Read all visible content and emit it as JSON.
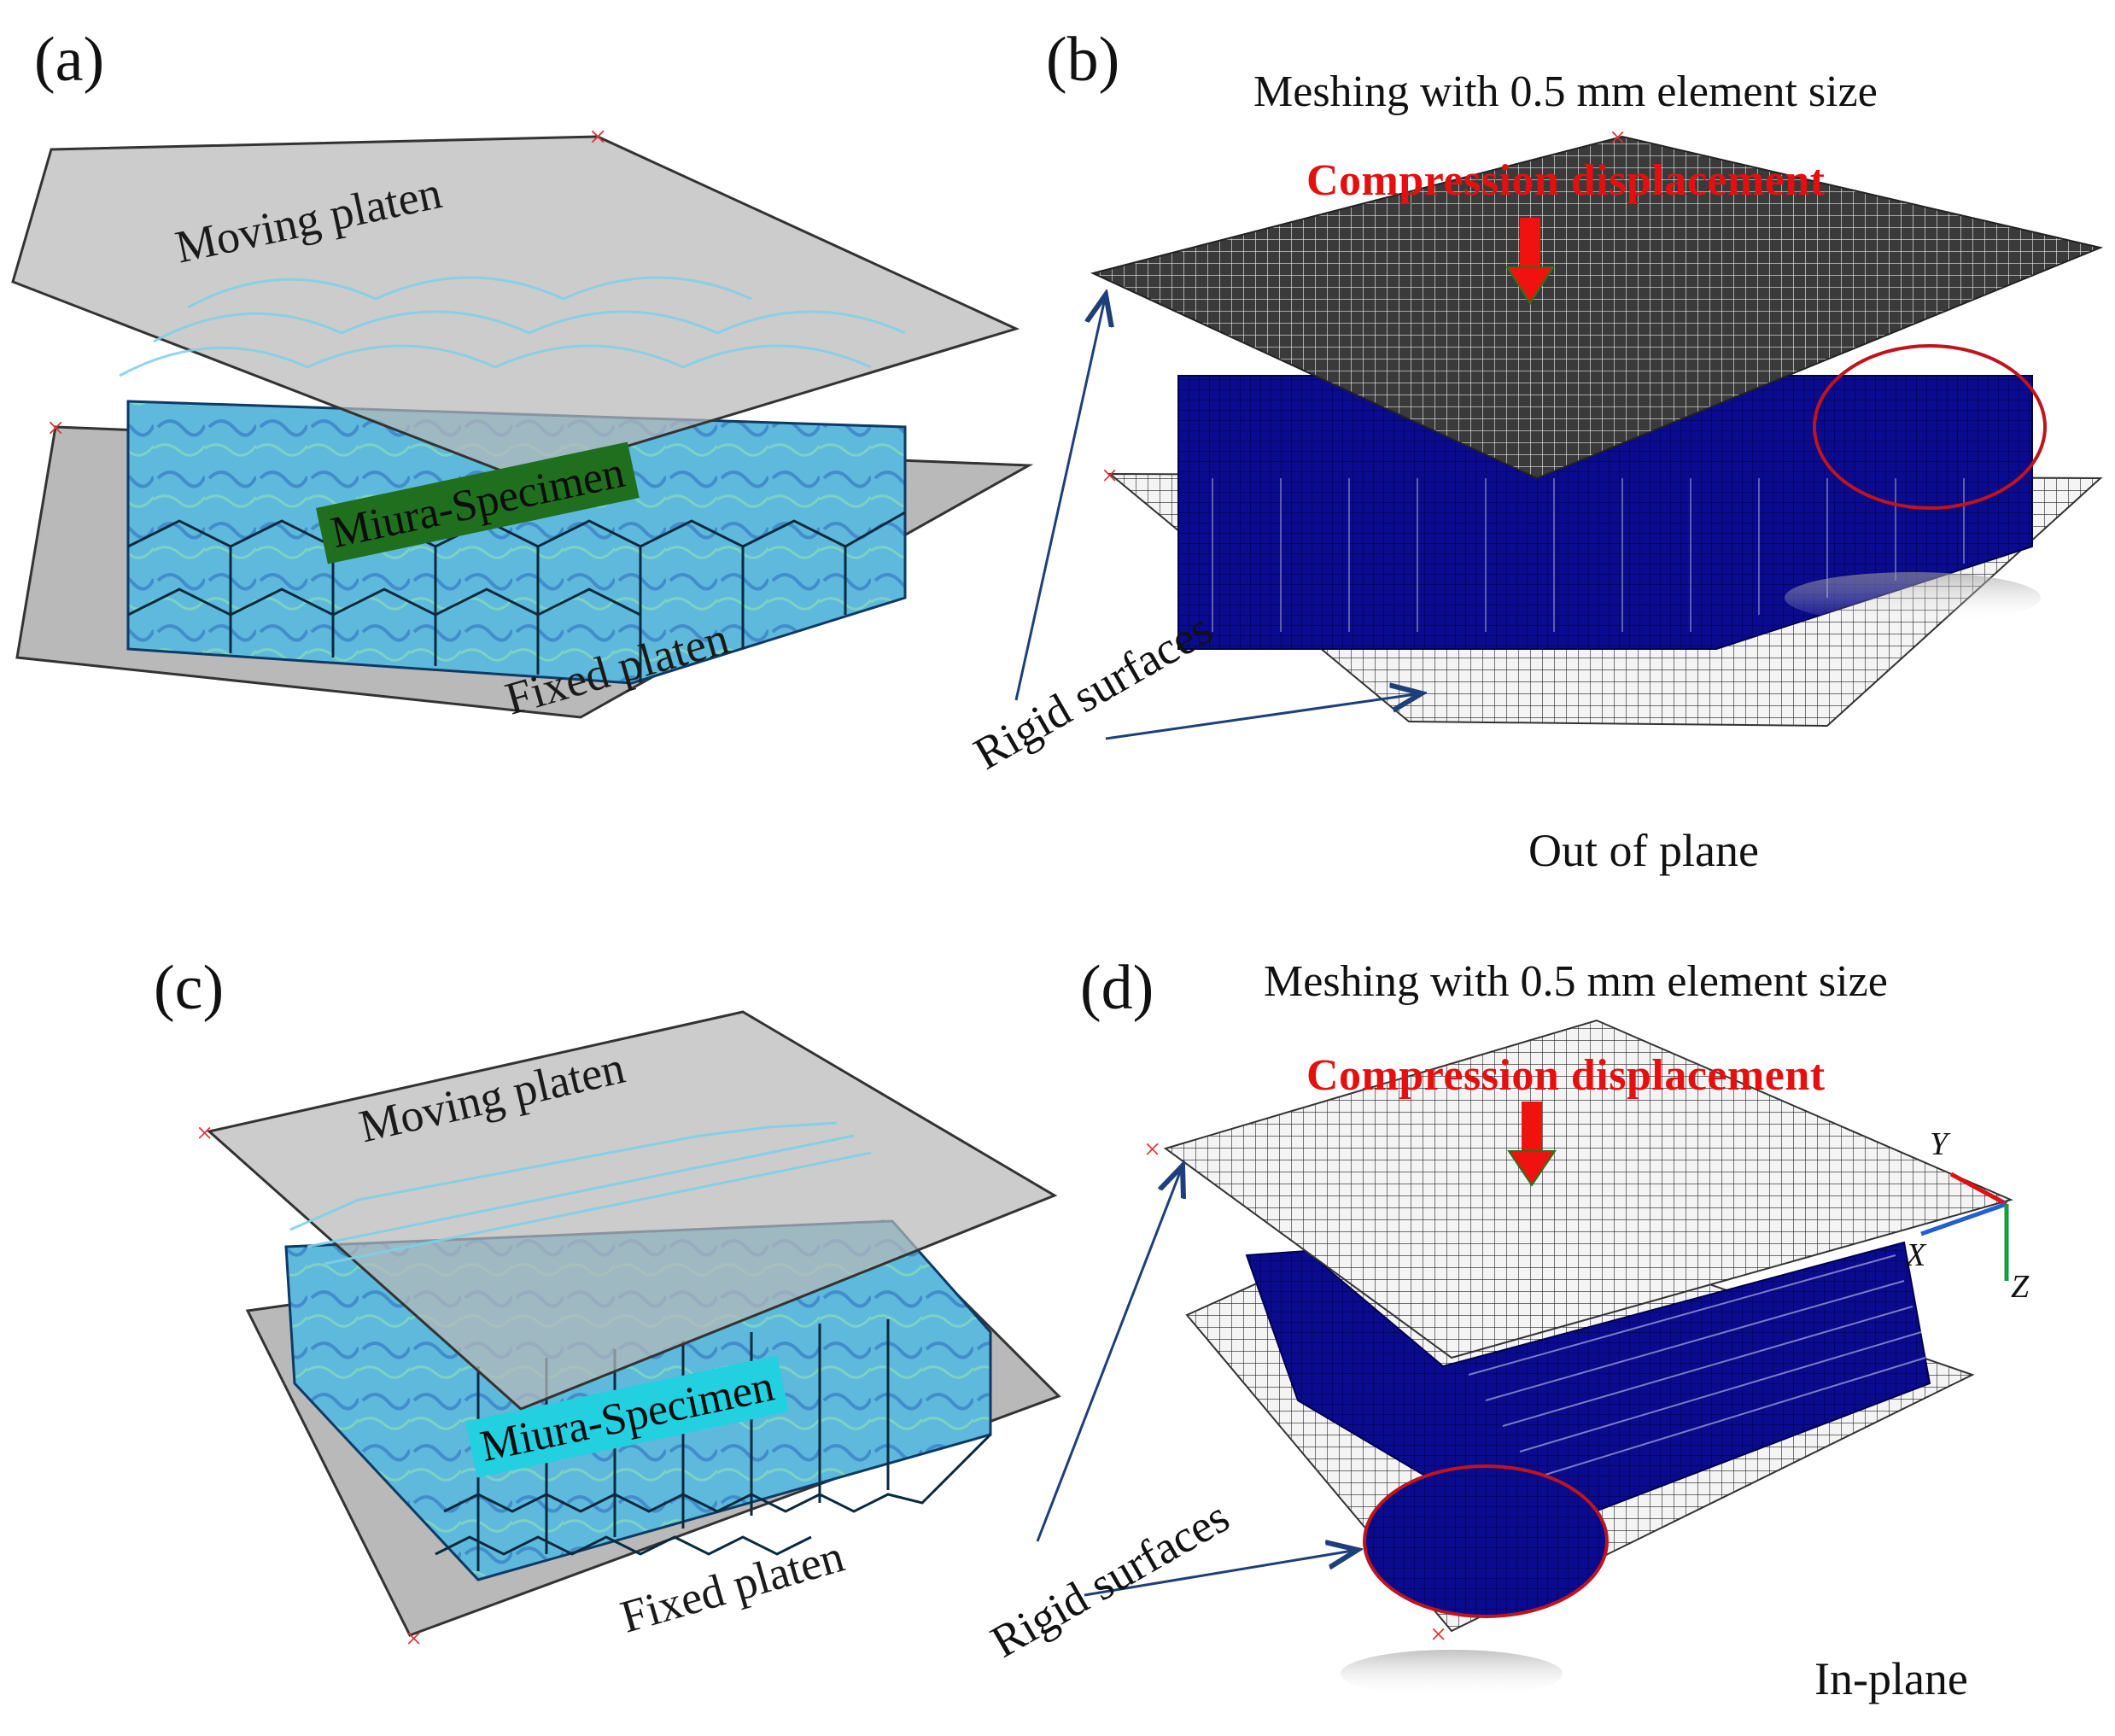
{
  "panels": {
    "a": {
      "label": "(a)",
      "moving_platen": "Moving platen",
      "fixed_platen": "Fixed platen",
      "specimen": "Miura-Specimen",
      "specimen_color": "#1f6f1f"
    },
    "b": {
      "label": "(b)",
      "mesh_title": "Meshing with 0.5 mm element size",
      "load": "Compression displacement",
      "rigid": "Rigid surfaces",
      "caption": "Out of plane"
    },
    "c": {
      "label": "(c)",
      "moving_platen": "Moving platen",
      "fixed_platen": "Fixed platen",
      "specimen": "Miura-Specimen",
      "specimen_color": "#22d0e0"
    },
    "d": {
      "label": "(d)",
      "mesh_title": "Meshing with 0.5 mm element size",
      "load": "Compression displacement",
      "rigid": "Rigid surfaces",
      "caption": "In-plane"
    }
  },
  "axes": {
    "x": "X",
    "y": "Y",
    "z": "Z"
  },
  "colors": {
    "platen": "#b9b9b9",
    "mesh_line": "#000000",
    "specimen_fem": "#0a0a8c",
    "specimen_cad": "#6fc9e3",
    "arrow_load": "#f0120f",
    "highlight_ring": "#c0131c",
    "rigid_arrow": "#1f3f7a"
  }
}
